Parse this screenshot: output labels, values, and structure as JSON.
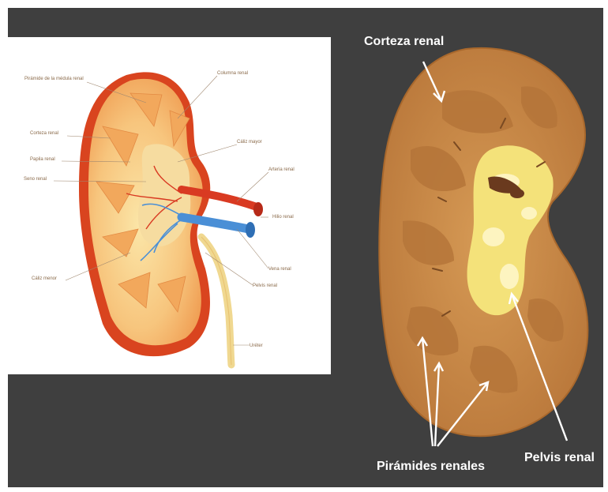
{
  "diagram": {
    "labels": [
      "Pirámide de la médula renal",
      "Columna renal",
      "Corteza renal",
      "Papila renal",
      "Cáliz mayor",
      "Seno renal",
      "Arteria renal",
      "Hilio renal",
      "Vena renal",
      "Cáliz menor",
      "Pelvis renal",
      "Uréter"
    ]
  },
  "photo": {
    "labels": [
      "Corteza renal",
      "Pirámides renales",
      "Pelvis renal"
    ]
  },
  "colors": {
    "background": "#3f3f3f",
    "cortex": "#f6b46a",
    "kidney_outline": "#d9441f",
    "artery": "#d93a22",
    "vein": "#4a8fd6",
    "photo_tissue": "#c98d45",
    "photo_fat": "#f4e27a"
  }
}
